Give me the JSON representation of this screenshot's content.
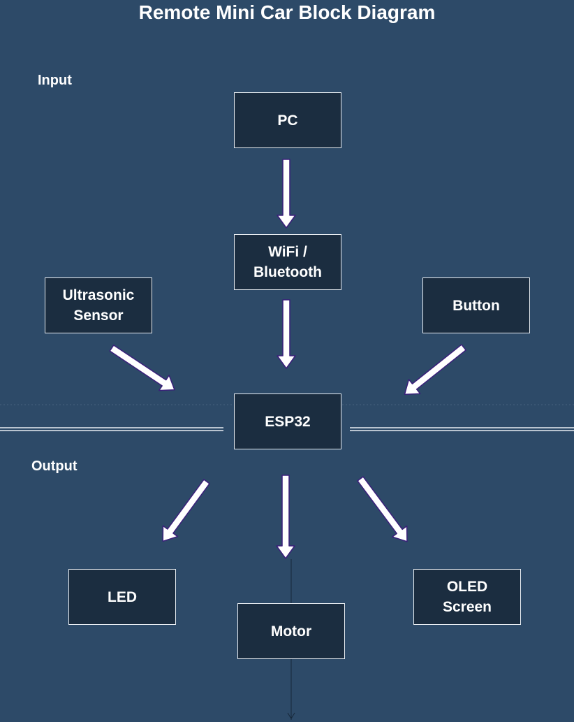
{
  "diagram": {
    "title": "Remote Mini Car Block Diagram",
    "sections": {
      "input": "Input",
      "output": "Output"
    },
    "blocks": {
      "pc": "PC",
      "wireless": "WiFi /\nBluetooth",
      "ultrasonic": "Ultrasonic\nSensor",
      "button": "Button",
      "esp32": "ESP32",
      "led": "LED",
      "motor": "Motor",
      "oled": "OLED\nScreen"
    },
    "connections": [
      {
        "from": "PC",
        "to": "WiFi / Bluetooth"
      },
      {
        "from": "WiFi / Bluetooth",
        "to": "ESP32"
      },
      {
        "from": "Ultrasonic Sensor",
        "to": "ESP32"
      },
      {
        "from": "Button",
        "to": "ESP32"
      },
      {
        "from": "ESP32",
        "to": "LED"
      },
      {
        "from": "ESP32",
        "to": "Motor"
      },
      {
        "from": "ESP32",
        "to": "OLED Screen"
      }
    ]
  },
  "colors": {
    "background": "#2d4a68",
    "block_fill": "#1b2d40",
    "block_border": "#e8edf2",
    "arrow_fill": "#ffffff",
    "arrow_outline": "#3a1f7a",
    "divider": "#e8edf2",
    "text": "#ffffff"
  }
}
